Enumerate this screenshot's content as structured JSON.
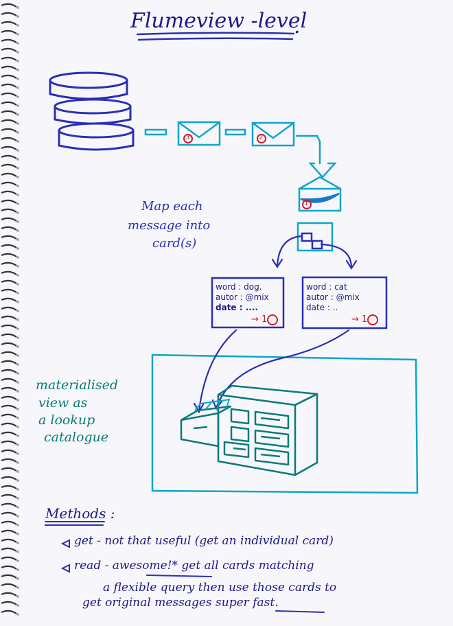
{
  "title": "Flumeview -level",
  "title_period": ".",
  "badges": [
    "3",
    "2",
    "1"
  ],
  "map_note": [
    "Map each",
    "message into",
    "card(s)"
  ],
  "cards": [
    {
      "word": "word : dog.",
      "author": "autor : @mix",
      "date": "date : ....",
      "source": "→ 1"
    },
    {
      "word": "word : cat",
      "author": "autor : @mix",
      "date": "date : ..",
      "source": "→ 1"
    }
  ],
  "view_note": [
    "materialised",
    "view as",
    "a lookup",
    "catalogue"
  ],
  "methods": {
    "heading": "Methods :",
    "items": [
      "get - not that useful (get an individual card)",
      "read - awesome!* get all cards matching",
      "a flexible query then use those cards to",
      "get original messages super fast."
    ]
  },
  "colors": {
    "ink_navy": "#1d1a86",
    "ink_blue": "#2a2fb5",
    "ink_cyan": "#0ea5c9",
    "ink_teal": "#0a7a7a",
    "ink_red": "#d21a2a"
  }
}
